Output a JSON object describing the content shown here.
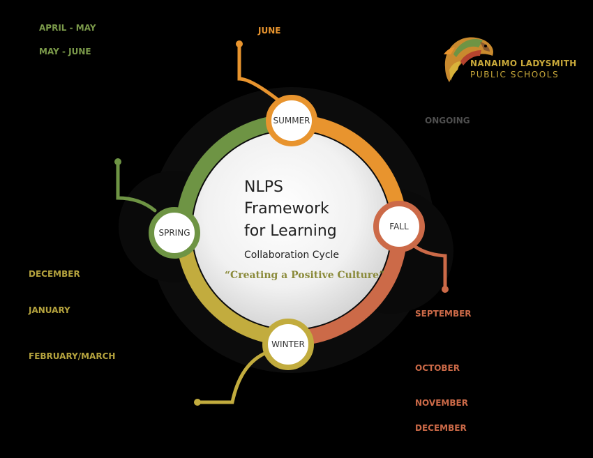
{
  "center": {
    "title_line1": "NLPS",
    "title_line2": "Framework",
    "title_line3": "for Learning",
    "subtitle": "Collaboration Cycle",
    "tagline": "“Creating a Positive Culture”"
  },
  "seasons": {
    "summer": "SUMMER",
    "fall": "FALL",
    "winter": "WINTER",
    "spring": "SPRING"
  },
  "months": {
    "april_may": "APRIL - MAY",
    "may_june": "MAY - JUNE",
    "june": "JUNE",
    "ongoing": "ONGOING",
    "december_left": "DECEMBER",
    "january": "JANUARY",
    "february_march": "FEBRUARY/MARCH",
    "september": "SEPTEMBER",
    "october": "OCTOBER",
    "november": "NOVEMBER",
    "december_right": "DECEMBER"
  },
  "logo": {
    "line1": "NANAIMO LADYSMITH",
    "line2": "PUBLIC SCHOOLS"
  },
  "colors": {
    "spring_green": "#6e9444",
    "summer_orange": "#e8942e",
    "fall_coral": "#cc6a48",
    "winter_olive": "#c2ac3e",
    "muted_gray": "#5a5a5a",
    "logo_gold": "#c9a93a"
  }
}
